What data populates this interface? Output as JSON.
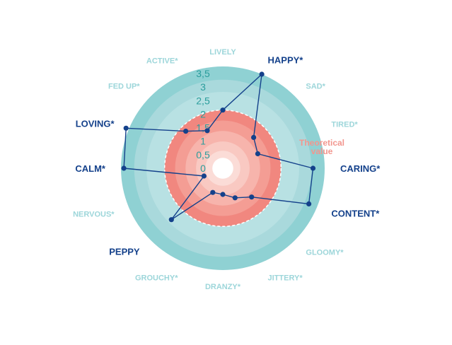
{
  "chart_data": {
    "type": "radar",
    "title": "",
    "axes": [
      {
        "label": "LIVELY",
        "highlight": false
      },
      {
        "label": "HAPPY*",
        "highlight": true
      },
      {
        "label": "SAD*",
        "highlight": false
      },
      {
        "label": "TIRED*",
        "highlight": false
      },
      {
        "label": "CARING*",
        "highlight": true
      },
      {
        "label": "CONTENT*",
        "highlight": true
      },
      {
        "label": "GLOOMY*",
        "highlight": false
      },
      {
        "label": "JITTERY*",
        "highlight": false
      },
      {
        "label": "DRANZY*",
        "highlight": false
      },
      {
        "label": "GROUCHY*",
        "highlight": false
      },
      {
        "label": "PEPPY",
        "highlight": true
      },
      {
        "label": "NERVOUS*",
        "highlight": false
      },
      {
        "label": "CALM*",
        "highlight": true
      },
      {
        "label": "LOVING*",
        "highlight": true
      },
      {
        "label": "FED UP*",
        "highlight": false
      },
      {
        "label": "ACTIVE*",
        "highlight": false
      }
    ],
    "ticks": [
      "0",
      "0,5",
      "1",
      "1,5",
      "2",
      "2,5",
      "3",
      "3,5"
    ],
    "rmax": 3.5,
    "theoretical_value": 2,
    "theoretical_label": "Theoretical value",
    "series": [
      {
        "values": [
          2.0,
          3.5,
          1.5,
          1.3,
          3.1,
          3.2,
          1.4,
          1.1,
          0.9,
          0.9,
          2.5,
          0.7,
          3.4,
          3.6,
          1.8,
          1.4
        ]
      }
    ],
    "colors": {
      "outer_teal": "#8fd1d3",
      "teal_ring": "#a9d9dc",
      "teal_mid": "#b8e1e3",
      "salmon_1": "#f1877f",
      "salmon_2": "#f49d94",
      "salmon_3": "#f7b4ac",
      "salmon_4": "#f9c9c2",
      "salmon_5": "#fbdcd7",
      "center": "#ffffff",
      "line": "#14418b",
      "dark_label": "#14418b",
      "light_label": "#9dd6da",
      "tick": "#2a9d9c",
      "theoretical": "#f2968e"
    }
  }
}
